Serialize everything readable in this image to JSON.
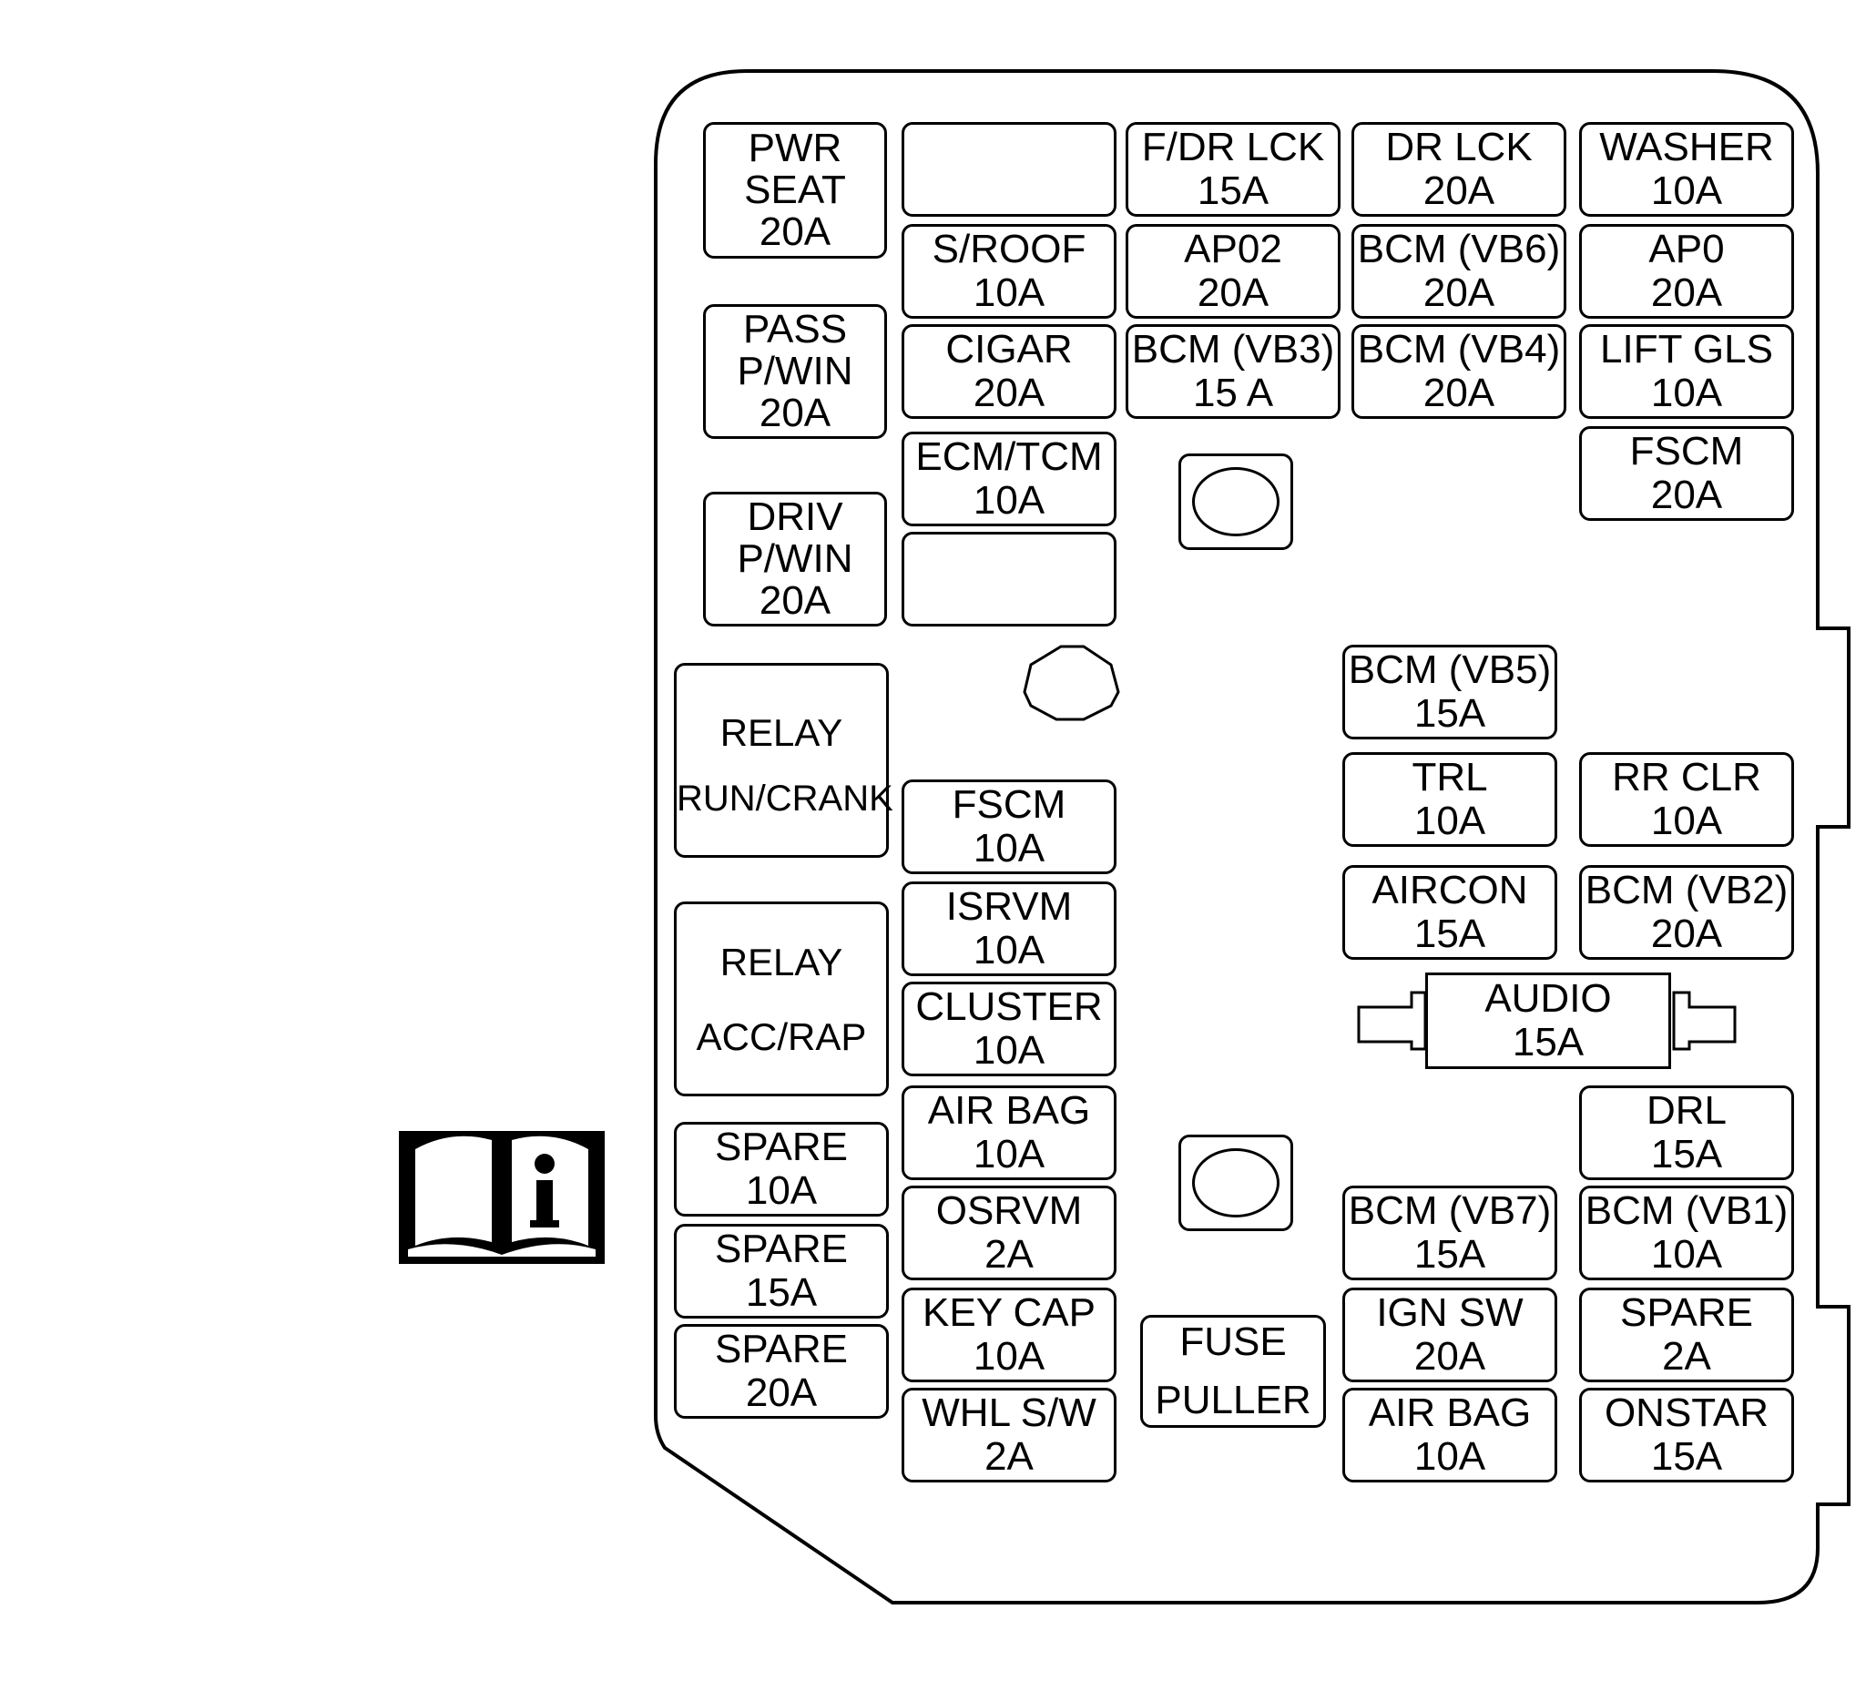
{
  "fusebox": {
    "fuses": [
      {
        "id": "pwr-seat",
        "lines": [
          "PWR",
          "SEAT",
          "20A"
        ]
      },
      {
        "id": "empty-top",
        "lines": []
      },
      {
        "id": "f-dr-lck",
        "lines": [
          "F/DR LCK",
          "15A"
        ]
      },
      {
        "id": "dr-lck",
        "lines": [
          "DR LCK",
          "20A"
        ]
      },
      {
        "id": "washer",
        "lines": [
          "WASHER",
          "10A"
        ]
      },
      {
        "id": "s-roof",
        "lines": [
          "S/ROOF",
          "10A"
        ]
      },
      {
        "id": "ap02",
        "lines": [
          "AP02",
          "20A"
        ]
      },
      {
        "id": "bcm-vb6",
        "lines": [
          "BCM (VB6)",
          "20A"
        ]
      },
      {
        "id": "ap0",
        "lines": [
          "AP0",
          "20A"
        ]
      },
      {
        "id": "pass-pwin",
        "lines": [
          "PASS",
          "P/WIN",
          "20A"
        ]
      },
      {
        "id": "cigar",
        "lines": [
          "CIGAR",
          "20A"
        ]
      },
      {
        "id": "bcm-vb3",
        "lines": [
          "BCM (VB3)",
          "15 A"
        ]
      },
      {
        "id": "bcm-vb4",
        "lines": [
          "BCM (VB4)",
          "20A"
        ]
      },
      {
        "id": "lift-gls",
        "lines": [
          "LIFT GLS",
          "10A"
        ]
      },
      {
        "id": "ecm-tcm",
        "lines": [
          "ECM/TCM",
          "10A"
        ]
      },
      {
        "id": "fscm-20",
        "lines": [
          "FSCM",
          "20A"
        ]
      },
      {
        "id": "driv-pwin",
        "lines": [
          "DRIV",
          "P/WIN",
          "20A"
        ]
      },
      {
        "id": "empty-mid",
        "lines": []
      },
      {
        "id": "bcm-vb5",
        "lines": [
          "BCM (VB5)",
          "15A"
        ]
      },
      {
        "id": "fscm-10",
        "lines": [
          "FSCM",
          "10A"
        ]
      },
      {
        "id": "trl",
        "lines": [
          "TRL",
          "10A"
        ]
      },
      {
        "id": "rr-clr",
        "lines": [
          "RR CLR",
          "10A"
        ]
      },
      {
        "id": "isrvm",
        "lines": [
          "ISRVM",
          "10A"
        ]
      },
      {
        "id": "aircon",
        "lines": [
          "AIRCON",
          "15A"
        ]
      },
      {
        "id": "bcm-vb2",
        "lines": [
          "BCM (VB2)",
          "20A"
        ]
      },
      {
        "id": "cluster",
        "lines": [
          "CLUSTER",
          "10A"
        ]
      },
      {
        "id": "air-bag-1",
        "lines": [
          "AIR BAG",
          "10A"
        ]
      },
      {
        "id": "drl",
        "lines": [
          "DRL",
          "15A"
        ]
      },
      {
        "id": "spare-10",
        "lines": [
          "SPARE",
          "10A"
        ]
      },
      {
        "id": "osrvm",
        "lines": [
          "OSRVM",
          "2A"
        ]
      },
      {
        "id": "bcm-vb7",
        "lines": [
          "BCM (VB7)",
          "15A"
        ]
      },
      {
        "id": "bcm-vb1",
        "lines": [
          "BCM (VB1)",
          "10A"
        ]
      },
      {
        "id": "spare-15",
        "lines": [
          "SPARE",
          "15A"
        ]
      },
      {
        "id": "key-cap",
        "lines": [
          "KEY CAP",
          "10A"
        ]
      },
      {
        "id": "ign-sw",
        "lines": [
          "IGN SW",
          "20A"
        ]
      },
      {
        "id": "spare-2",
        "lines": [
          "SPARE",
          "2A"
        ]
      },
      {
        "id": "spare-20",
        "lines": [
          "SPARE",
          "20A"
        ]
      },
      {
        "id": "whl-sw",
        "lines": [
          "WHL S/W",
          "2A"
        ]
      },
      {
        "id": "air-bag-2",
        "lines": [
          "AIR BAG",
          "10A"
        ]
      },
      {
        "id": "onstar",
        "lines": [
          "ONSTAR",
          "15A"
        ]
      }
    ],
    "relays": [
      {
        "id": "run-crank",
        "title": "RELAY",
        "subtitle": "RUN/CRANK"
      },
      {
        "id": "acc-rap",
        "title": "RELAY",
        "subtitle": "ACC/RAP"
      }
    ],
    "audio": {
      "lines": [
        "AUDIO",
        "15A"
      ]
    },
    "fuse_puller": {
      "lines": [
        "FUSE",
        "PULLER"
      ]
    }
  },
  "icons": {
    "manual": "owners-manual-info-icon"
  }
}
